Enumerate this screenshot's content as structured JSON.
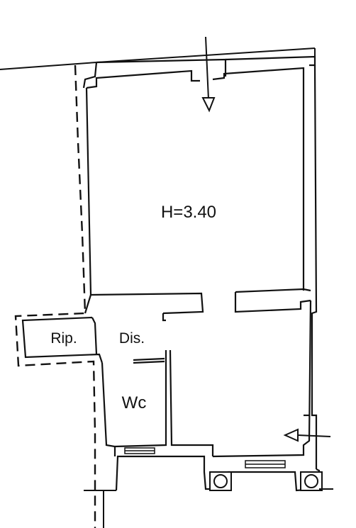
{
  "floor_plan": {
    "rooms": [
      {
        "id": "main-room",
        "label": "H=3.40"
      },
      {
        "id": "ripostiglio",
        "label": "Rip."
      },
      {
        "id": "disimpegno",
        "label": "Dis."
      },
      {
        "id": "bagno",
        "label": "Wc"
      }
    ],
    "entrance_arrows": [
      "top-entrance-arrow",
      "right-entrance-arrow"
    ],
    "line_color": "#111111",
    "background_color": "#ffffff"
  }
}
